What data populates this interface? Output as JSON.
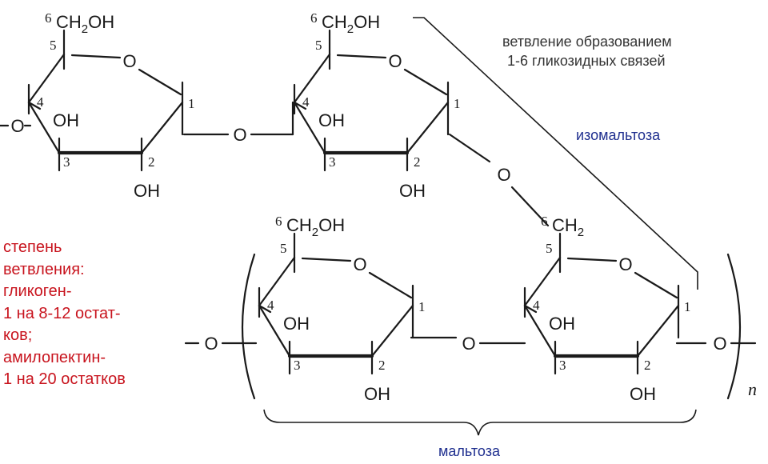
{
  "labels": {
    "ch2oh": "CH",
    "ch2oh_sub": "2",
    "ch2oh_tail": "OH",
    "ch2": "CH",
    "ch2_sub": "2",
    "ring_o": "O",
    "oh": "OH",
    "bridge_o": "O",
    "end_o": "O",
    "n_index": "n"
  },
  "atom_numbers": {
    "c1": "1",
    "c2": "2",
    "c3": "3",
    "c4": "4",
    "c5": "5",
    "c6": "6"
  },
  "note_line1": "ветвление образованием",
  "note_line2": "1-6 гликозидных связей",
  "isomaltose": "изомальтоза",
  "maltose": "мальтоза",
  "branching": [
    "степень",
    "ветвления:",
    "гликоген-",
    "1 на 8-12 остат-",
    "ков;",
    "амилопектин-",
    "1 на 20 остатков"
  ]
}
